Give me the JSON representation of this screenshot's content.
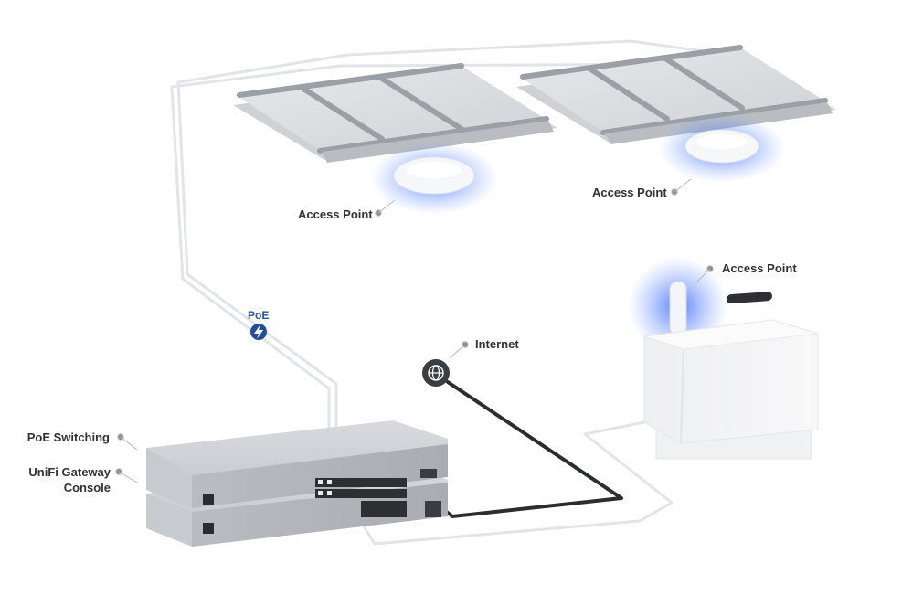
{
  "labels": {
    "access_point_1": "Access Point",
    "access_point_2": "Access Point",
    "access_point_3": "Access Point",
    "internet": "Internet",
    "poe": "PoE",
    "poe_switching": "PoE Switching",
    "gateway_line1": "UniFi Gateway",
    "gateway_line2": "Console"
  },
  "colors": {
    "glow": "#3b6cff",
    "cable_dark": "#2b2d30",
    "poe_badge": "#1f4fa0",
    "device_gray": "#c9ccd1"
  },
  "icons": {
    "internet": "globe-icon",
    "poe": "lightning-bolt-icon"
  }
}
